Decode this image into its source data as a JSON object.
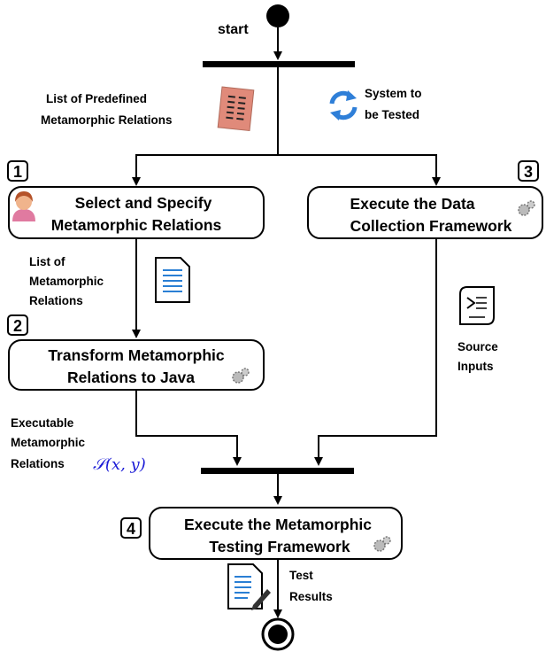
{
  "start_label": "start",
  "inputs": {
    "predefined_mrs": [
      "List of Predefined",
      "Metamorphic Relations"
    ],
    "system_under_test": [
      "System to",
      "be Tested"
    ]
  },
  "steps": [
    {
      "number": "1",
      "lines": [
        "Select and Specify",
        "Metamorphic Relations"
      ]
    },
    {
      "number": "2",
      "lines": [
        "Transform Metamorphic",
        "Relations to Java"
      ]
    },
    {
      "number": "3",
      "lines": [
        "Execute the Data",
        "Collection Framework"
      ]
    },
    {
      "number": "4",
      "lines": [
        "Execute the Metamorphic",
        "Testing Framework"
      ]
    }
  ],
  "artifacts": {
    "list_of_mrs": [
      "List of",
      "Metamorphic",
      "Relations"
    ],
    "source_inputs": [
      "Source",
      "Inputs"
    ],
    "executable_mrs": [
      "Executable",
      "Metamorphic",
      "Relations"
    ],
    "math_expr": "𝒮(x, y)",
    "test_results": [
      "Test",
      "Results"
    ]
  },
  "colors": {
    "line": "#000000",
    "math": "#1a1ad6",
    "doc_icon_lines": "#2a7fd4",
    "cycle_icon": "#2f7fd8",
    "list_icon_bg": "#e08a7a",
    "person_skin": "#f0b48c",
    "person_hair": "#b5532a",
    "person_body": "#e07aa0"
  }
}
